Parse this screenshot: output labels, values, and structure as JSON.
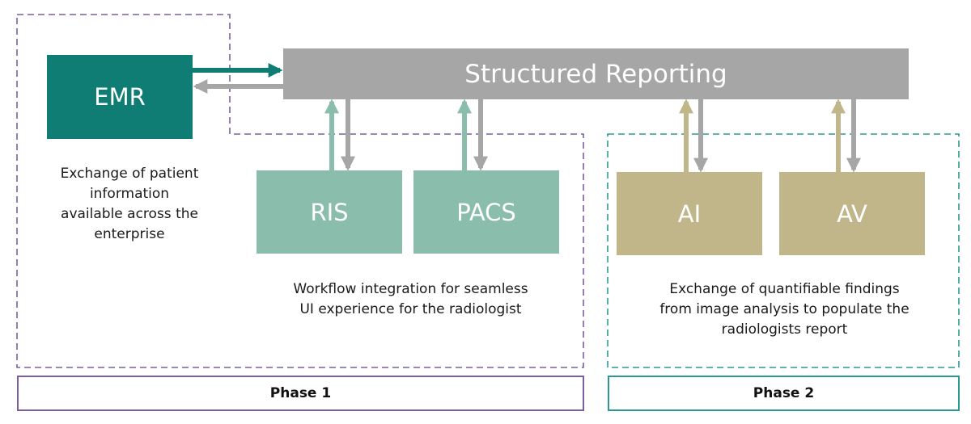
{
  "colors": {
    "phase1_border": "#7a5ea0",
    "phase2_border": "#2a9a8e",
    "emr": "#0f7d73",
    "structured_reporting": "#a6a6a6",
    "phase1_systems": "#8bbdad",
    "phase2_systems": "#c0b68a",
    "arrow_grey": "#a6a6a6"
  },
  "structured_reporting": {
    "label": "Structured Reporting"
  },
  "emr": {
    "label": "EMR",
    "caption": [
      "Exchange of patient",
      "information",
      "available across the",
      "enterprise"
    ]
  },
  "phase1": {
    "systems": [
      "RIS",
      "PACS"
    ],
    "caption": [
      "Workflow integration for seamless",
      "UI experience for the radiologist"
    ],
    "label": "Phase 1"
  },
  "phase2": {
    "systems": [
      "AI",
      "AV"
    ],
    "caption": [
      "Exchange of quantifiable findings",
      "from image analysis to populate the",
      "radiologists report"
    ],
    "label": "Phase 2"
  }
}
